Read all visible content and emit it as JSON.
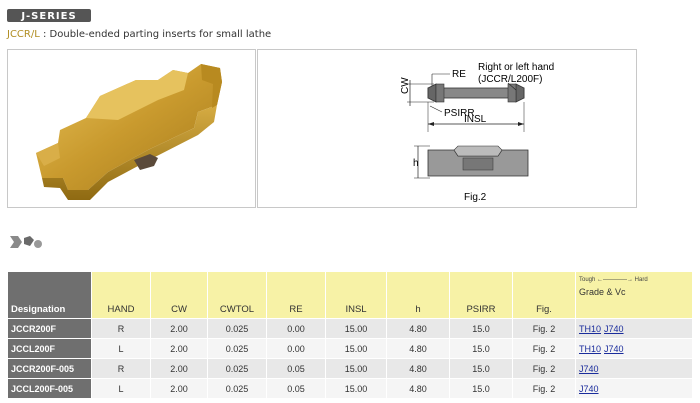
{
  "header": {
    "series_logo_text": "J-SERIES",
    "subtitle_code": "JCCR/L",
    "subtitle_text": " : Double-ended parting inserts for small lathe"
  },
  "diagram": {
    "label_re": "RE",
    "label_hand": "Right or left hand",
    "label_hand_models": "(JCCR/L200F)",
    "label_cw": "CW",
    "label_psirr": "PSIRR",
    "label_insl": "INSL",
    "label_h": "h",
    "label_fig": "Fig.2"
  },
  "colors": {
    "gold": "#c9a13a",
    "gold_dark": "#9a7518",
    "header_yellow": "#f7f2a6",
    "desig_gray": "#6f6f6f",
    "link_blue": "#1a2c9c"
  },
  "table": {
    "headers": [
      "Designation",
      "HAND",
      "CW",
      "CWTOL",
      "RE",
      "INSL",
      "h",
      "PSIRR",
      "Fig.",
      "Grade & Vc"
    ],
    "tough_hard": "Tough ←————→ Hard",
    "rows": [
      {
        "designation": "JCCR200F",
        "hand": "R",
        "cw": "2.00",
        "cwtol": "0.025",
        "re": "0.00",
        "insl": "15.00",
        "h": "4.80",
        "psirr": "15.0",
        "fig": "Fig. 2",
        "grades": [
          "TH10",
          "J740"
        ]
      },
      {
        "designation": "JCCL200F",
        "hand": "L",
        "cw": "2.00",
        "cwtol": "0.025",
        "re": "0.00",
        "insl": "15.00",
        "h": "4.80",
        "psirr": "15.0",
        "fig": "Fig. 2",
        "grades": [
          "TH10",
          "J740"
        ]
      },
      {
        "designation": "JCCR200F-005",
        "hand": "R",
        "cw": "2.00",
        "cwtol": "0.025",
        "re": "0.05",
        "insl": "15.00",
        "h": "4.80",
        "psirr": "15.0",
        "fig": "Fig. 2",
        "grades": [
          "J740"
        ]
      },
      {
        "designation": "JCCL200F-005",
        "hand": "L",
        "cw": "2.00",
        "cwtol": "0.025",
        "re": "0.05",
        "insl": "15.00",
        "h": "4.80",
        "psirr": "15.0",
        "fig": "Fig. 2",
        "grades": [
          "J740"
        ]
      }
    ]
  }
}
